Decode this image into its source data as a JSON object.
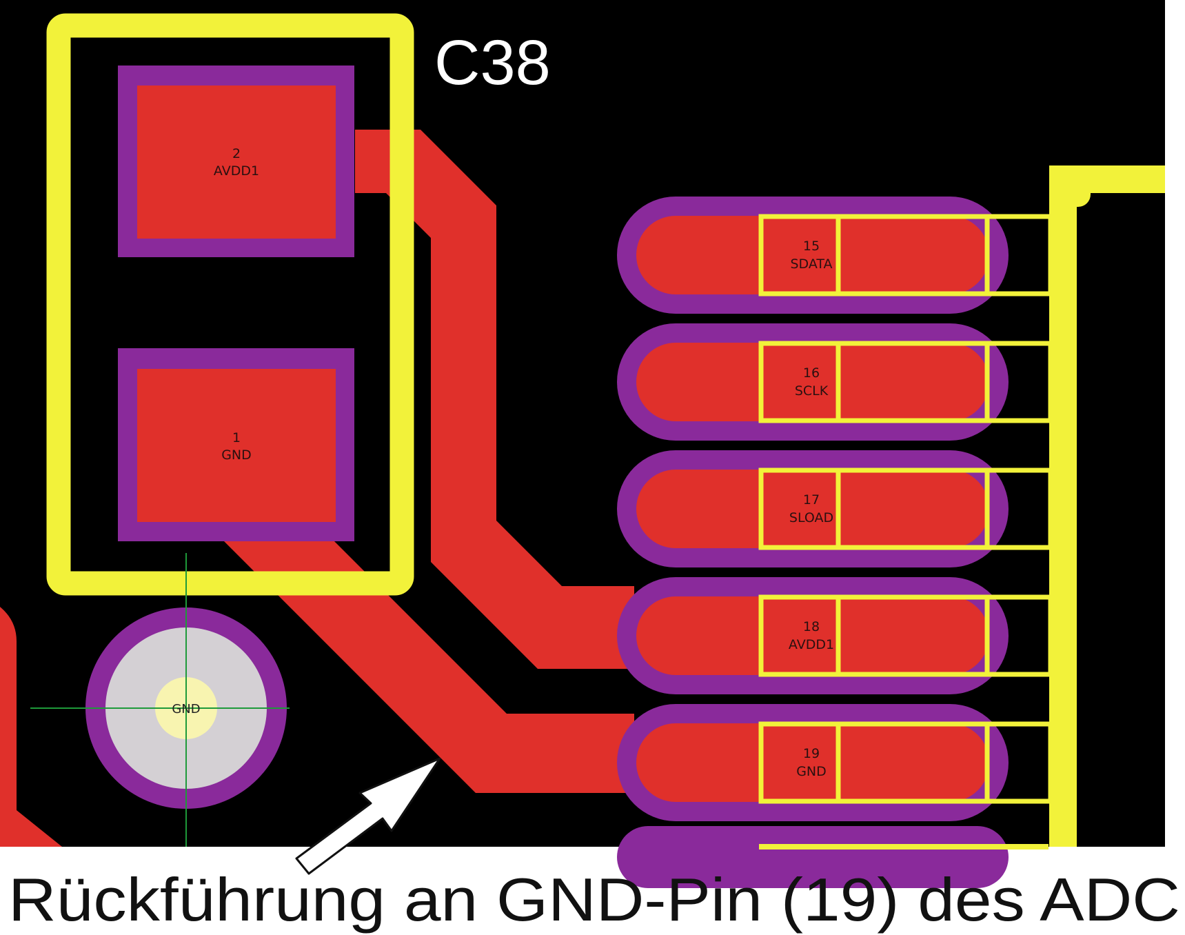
{
  "designator": "C38",
  "capacitor_pads": [
    {
      "number": "2",
      "net": "AVDD1"
    },
    {
      "number": "1",
      "net": "GND"
    }
  ],
  "adc_pins": [
    {
      "number": "15",
      "net": "SDATA"
    },
    {
      "number": "16",
      "net": "SCLK"
    },
    {
      "number": "17",
      "net": "SLOAD"
    },
    {
      "number": "18",
      "net": "AVDD1"
    },
    {
      "number": "19",
      "net": "GND"
    }
  ],
  "via": {
    "net": "GND"
  },
  "caption": "Rückführung an GND-Pin (19) des ADC",
  "colors": {
    "board": "#000000",
    "copper": "#e0302b",
    "solder_mask": "#8a2a9b",
    "silkscreen": "#f2f23a",
    "via_ring": "#d4d0d4",
    "via_center": "#f8f4b0",
    "crosshair": "#1e9a3a",
    "arrow": "#ffffff"
  }
}
